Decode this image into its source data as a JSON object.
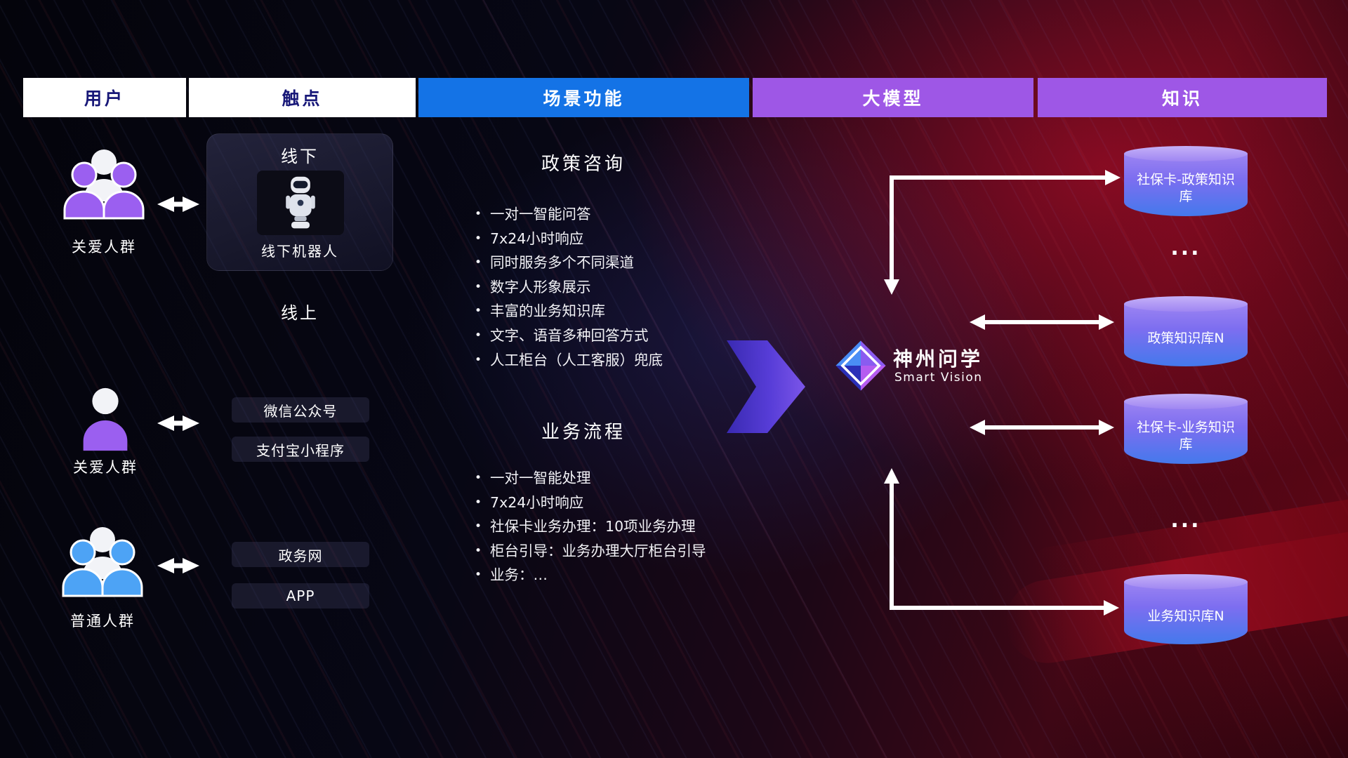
{
  "columns": {
    "users": "用户",
    "touchpoints": "触点",
    "scenarios": "场景功能",
    "model": "大模型",
    "knowledge": "知识"
  },
  "users": [
    {
      "label": "关爱人群",
      "icon": "people-group-purple"
    },
    {
      "label": "关爱人群",
      "icon": "person-purple"
    },
    {
      "label": "普通人群",
      "icon": "people-group-blue"
    }
  ],
  "touchpoints": {
    "offline_title": "线下",
    "offline_robot": "线下机器人",
    "online_title": "线上",
    "channels": [
      "微信公众号",
      "支付宝小程序",
      "政务网",
      "APP"
    ]
  },
  "scenarios": {
    "policy": {
      "title": "政策咨询",
      "items": [
        "一对一智能问答",
        "7x24小时响应",
        "同时服务多个不同渠道",
        "数字人形象展示",
        "丰富的业务知识库",
        "文字、语音多种回答方式",
        "人工柜台（人工客服）兜底"
      ]
    },
    "business": {
      "title": "业务流程",
      "items": [
        "一对一智能处理",
        "7x24小时响应",
        "社保卡业务办理：10项业务办理",
        "柜台引导：业务办理大厅柜台引导",
        "业务：…"
      ]
    }
  },
  "model": {
    "name": "神州问学",
    "subtitle": "Smart Vision"
  },
  "knowledge": {
    "cylinders": [
      "社保卡-政策知识库",
      "政策知识库N",
      "社保卡-业务知识库",
      "业务知识库N"
    ],
    "ellipsis": "..."
  },
  "colors": {
    "header_blue": "#1473e6",
    "header_purple": "#9e57e6",
    "accent_purple": "#9b5ff0",
    "accent_blue": "#4da3f5",
    "arrow_white": "#ffffff"
  }
}
